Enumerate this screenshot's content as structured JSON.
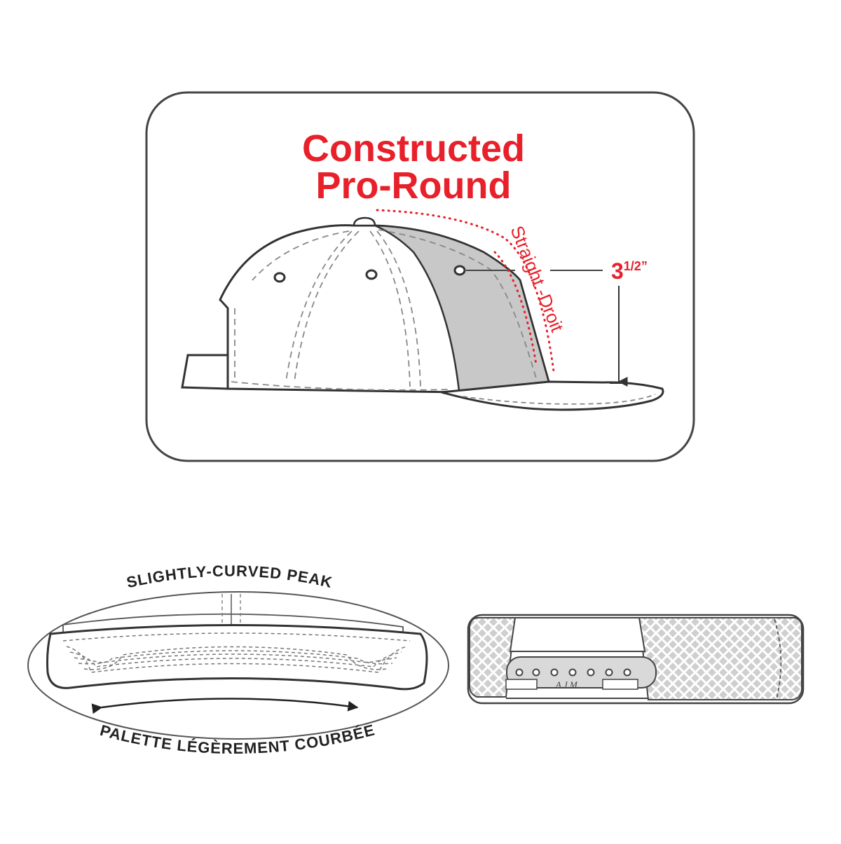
{
  "profile_card": {
    "title_line1": "Constructed",
    "title_line2": "Pro-Round",
    "crown_label": "Straight -Droit",
    "height_whole": "3",
    "height_fraction": "1/2”"
  },
  "peak": {
    "label_en": "SLIGHTLY-CURVED PEAK",
    "label_fr": "PALETTE LÉGÈREMENT COURBÉE"
  },
  "closure": {
    "brand_stamp": "A.J.M."
  },
  "colors": {
    "accent_red": "#e8202a",
    "outline": "#333333",
    "panel_gray": "#c8c8c8",
    "stitch_gray": "#888888"
  }
}
